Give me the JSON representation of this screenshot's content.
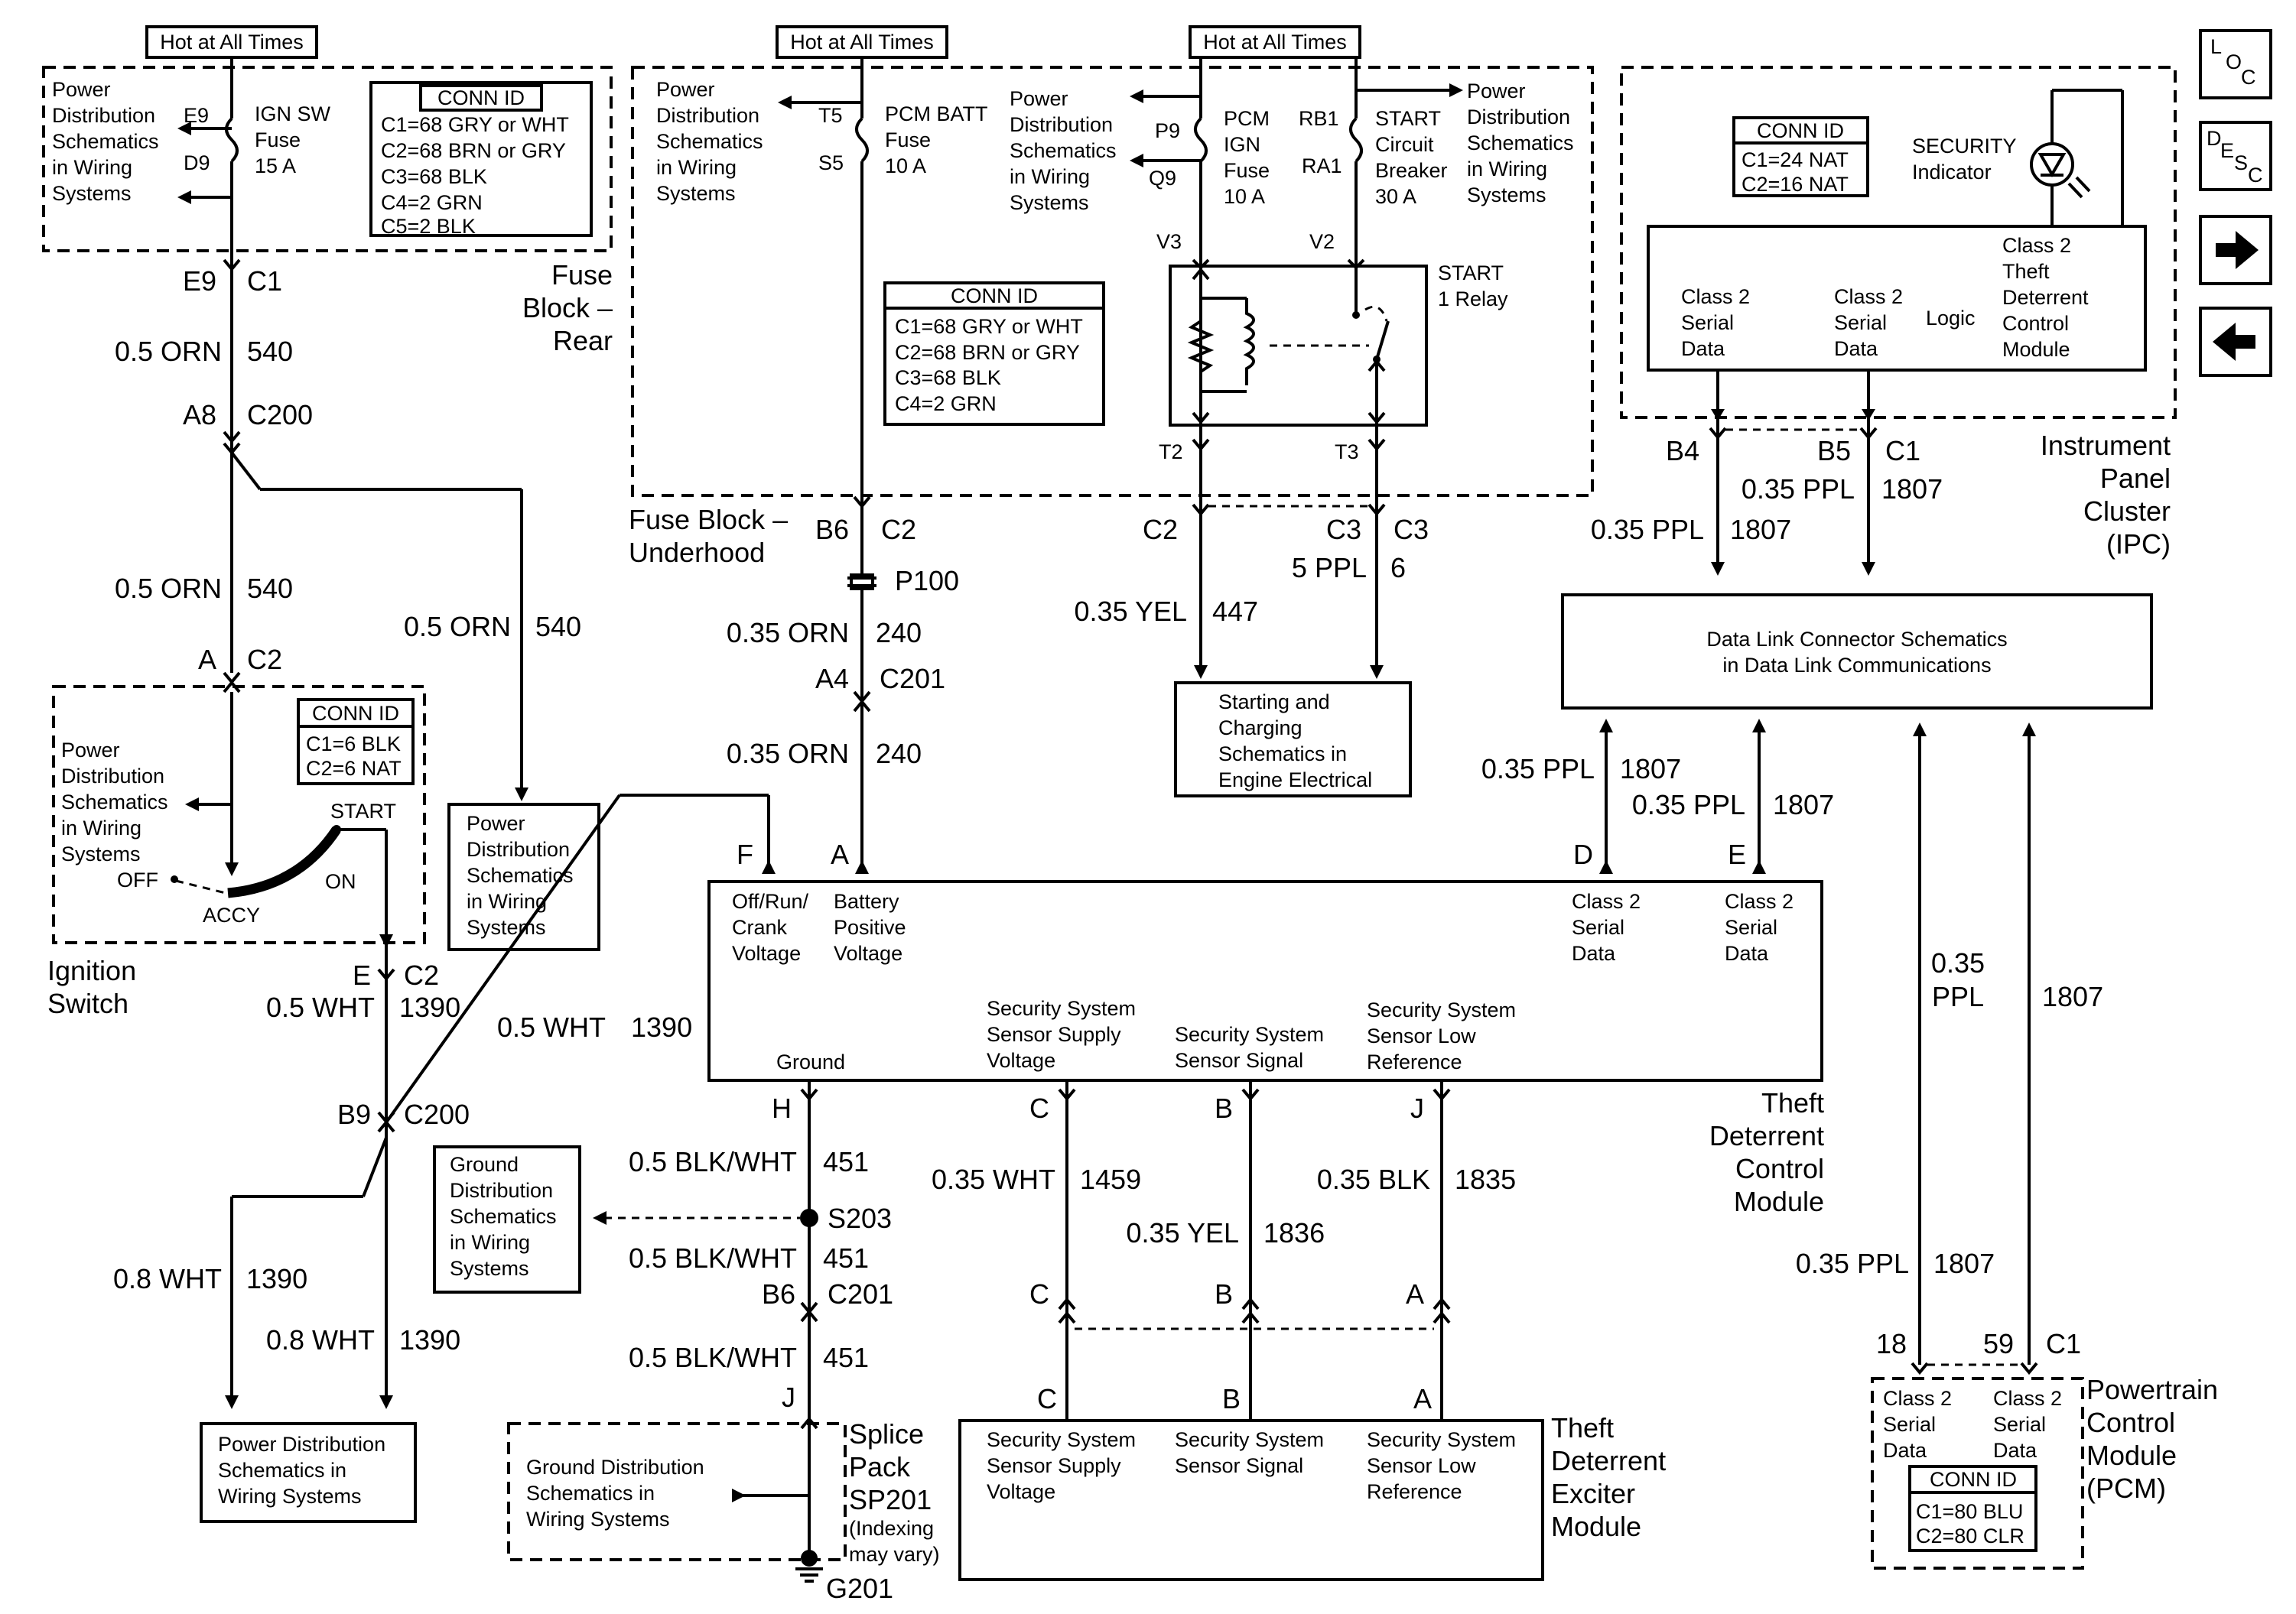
{
  "hot_labels": [
    "Hot at All Times",
    "Hot at All Times",
    "Hot at All Times"
  ],
  "fuse_block_rear": {
    "title": [
      "Fuse",
      "Block –",
      "Rear"
    ],
    "pds_text": [
      "Power",
      "Distribution",
      "Schematics",
      "in Wiring",
      "Systems"
    ],
    "pins": [
      "E9",
      "D9"
    ],
    "fuse": [
      "IGN SW",
      "Fuse",
      "15 A"
    ],
    "conn_id_title": "CONN ID",
    "conn_id": [
      "C1=68 GRY or WHT",
      "C2=68 BRN or GRY",
      "C3=68 BLK",
      "C4=2 GRN",
      "C5=2 BLK"
    ]
  },
  "fuse_block_underhood": {
    "title": [
      "Fuse Block –",
      "Underhood"
    ],
    "pds_left": [
      "Power",
      "Distribution",
      "Schematics",
      "in Wiring",
      "Systems"
    ],
    "pcm_batt_pins": [
      "T5",
      "S5"
    ],
    "pcm_batt_fuse": [
      "PCM BATT",
      "Fuse",
      "10 A"
    ],
    "pds_mid": [
      "Power",
      "Distribution",
      "Schematics",
      "in Wiring",
      "Systems"
    ],
    "pcm_ign_pins": [
      "P9",
      "Q9"
    ],
    "pcm_ign_fuse": [
      "PCM",
      "IGN",
      "Fuse",
      "10 A"
    ],
    "start_pins": [
      "RB1",
      "RA1"
    ],
    "start_breaker": [
      "START",
      "Circuit",
      "Breaker",
      "30 A"
    ],
    "pds_right": [
      "Power",
      "Distribution",
      "Schematics",
      "in Wiring",
      "Systems"
    ],
    "relay_pins": [
      "V3",
      "V2",
      "T2",
      "T3"
    ],
    "relay_label": [
      "START",
      "1 Relay"
    ],
    "conn_id_title": "CONN ID",
    "conn_id": [
      "C1=68 GRY or WHT",
      "C2=68 BRN or GRY",
      "C3=68 BLK",
      "C4=2 GRN"
    ]
  },
  "ipc": {
    "title": [
      "Instrument",
      "Panel",
      "Cluster",
      "(IPC)"
    ],
    "conn_id_title": "CONN ID",
    "conn_id": [
      "C1=24 NAT",
      "C2=16 NAT"
    ],
    "security_indicator": [
      "SECURITY",
      "Indicator"
    ],
    "serial_left": [
      "Class 2",
      "Serial",
      "Data"
    ],
    "serial_right": [
      "Class 2",
      "Serial",
      "Data"
    ],
    "logic": "Logic",
    "module": [
      "Class 2",
      "Theft",
      "Deterrent",
      "Control",
      "Module"
    ],
    "pins": [
      "B4",
      "B5",
      "C1"
    ]
  },
  "nav": {
    "loc": [
      "L",
      "O",
      "C"
    ],
    "desc": [
      "D",
      "E",
      "S",
      "C"
    ]
  },
  "wires": {
    "e9c1": [
      "E9",
      "C1"
    ],
    "w540a": [
      "0.5 ORN",
      "540"
    ],
    "a8c200": [
      "A8",
      "C200"
    ],
    "w540b": [
      "0.5 ORN",
      "540"
    ],
    "w540c": [
      "0.5 ORN",
      "540"
    ],
    "ac2": [
      "A",
      "C2"
    ],
    "ec2": [
      "E",
      "C2"
    ],
    "w1390a": [
      "0.5 WHT",
      "1390"
    ],
    "w1390b": [
      "0.5 WHT",
      "1390"
    ],
    "b9c200": [
      "B9",
      "C200"
    ],
    "w1390c": [
      "0.8 WHT",
      "1390"
    ],
    "w1390d": [
      "0.8 WHT",
      "1390"
    ],
    "b6c2": [
      "B6",
      "C2"
    ],
    "p100": "P100",
    "w240a": [
      "0.35 ORN",
      "240"
    ],
    "a4c201": [
      "A4",
      "C201"
    ],
    "w240b": [
      "0.35 ORN",
      "240"
    ],
    "c2_447": [
      "C2"
    ],
    "c3c3": [
      "C3",
      "C3"
    ],
    "w447": [
      "0.35 YEL",
      "447"
    ],
    "w6": [
      "5 PPL",
      "6"
    ],
    "w1807_ipc_a": [
      "0.35 PPL",
      "1807"
    ],
    "w1807_ipc_b": [
      "0.35 PPL",
      "1807"
    ],
    "w1807_d": [
      "0.35 PPL",
      "1807"
    ],
    "w1807_e": [
      "0.35 PPL",
      "1807"
    ],
    "w1807_pcm_a": [
      "0.35",
      "PPL",
      "1807"
    ],
    "w1807_pcm_b": [
      "0.35 PPL",
      "1807"
    ],
    "w451a": [
      "0.5 BLK/WHT",
      "451"
    ],
    "s203": "S203",
    "w451b": [
      "0.5 BLK/WHT",
      "451"
    ],
    "b6c201": [
      "B6",
      "C201"
    ],
    "w451c": [
      "0.5 BLK/WHT",
      "451"
    ],
    "j": "J",
    "w1459": [
      "0.35 WHT",
      "1459"
    ],
    "w1836": [
      "0.35 YEL",
      "1836"
    ],
    "w1835": [
      "0.35 BLK",
      "1835"
    ],
    "pcm_pins": [
      "18",
      "59",
      "C1"
    ]
  },
  "ignition_switch": {
    "title": [
      "Ignition",
      "Switch"
    ],
    "pds": [
      "Power",
      "Distribution",
      "Schematics",
      "in Wiring",
      "Systems"
    ],
    "conn_id_title": "CONN ID",
    "conn_id": [
      "C1=6 BLK",
      "C2=6 NAT"
    ],
    "positions": [
      "START",
      "ON",
      "OFF",
      "ACCY"
    ]
  },
  "pds_box_mid": [
    "Power",
    "Distribution",
    "Schematics",
    "in Wiring",
    "Systems"
  ],
  "pds_box_bottom": [
    "Power Distribution",
    "Schematics in",
    "Wiring Systems"
  ],
  "starting_box": [
    "Starting and",
    "Charging",
    "Schematics in",
    "Engine Electrical"
  ],
  "dlc_box": [
    "Data Link Connector Schematics",
    "in Data Link Communications"
  ],
  "tdcm": {
    "title": [
      "Theft",
      "Deterrent",
      "Control",
      "Module"
    ],
    "pins_top": [
      "F",
      "A",
      "D",
      "E"
    ],
    "labels_top": {
      "off_run": [
        "Off/Run/",
        "Crank",
        "Voltage"
      ],
      "battery": [
        "Battery",
        "Positive",
        "Voltage"
      ],
      "serial_d": [
        "Class 2",
        "Serial",
        "Data"
      ],
      "serial_e": [
        "Class 2",
        "Serial",
        "Data"
      ]
    },
    "labels_bottom": {
      "ground": "Ground",
      "supply": [
        "Security System",
        "Sensor Supply",
        "Voltage"
      ],
      "signal": [
        "Security System",
        "Sensor Signal"
      ],
      "low_ref": [
        "Security System",
        "Sensor Low",
        "Reference"
      ]
    },
    "pins_bottom": [
      "H",
      "C",
      "B",
      "J"
    ]
  },
  "exciter": {
    "title": [
      "Theft",
      "Deterrent",
      "Exciter",
      "Module"
    ],
    "conn_pins": [
      "C",
      "B",
      "A"
    ],
    "pins": [
      "C",
      "B",
      "A"
    ],
    "supply": [
      "Security System",
      "Sensor Supply",
      "Voltage"
    ],
    "signal": [
      "Security System",
      "Sensor Signal"
    ],
    "low_ref": [
      "Security System",
      "Sensor Low",
      "Reference"
    ]
  },
  "gds_box": [
    "Ground",
    "Distribution",
    "Schematics",
    "in Wiring",
    "Systems"
  ],
  "splice_pack": {
    "title": [
      "Splice",
      "Pack",
      "SP201"
    ],
    "note": [
      "(Indexing",
      "may vary)"
    ],
    "gds": [
      "Ground Distribution",
      "Schematics in",
      "Wiring Systems"
    ],
    "ground": "G201"
  },
  "pcm": {
    "title": [
      "Powertrain",
      "Control",
      "Module",
      "(PCM)"
    ],
    "serial_left": [
      "Class 2",
      "Serial",
      "Data"
    ],
    "serial_right": [
      "Class 2",
      "Serial",
      "Data"
    ],
    "conn_id_title": "CONN ID",
    "conn_id": [
      "C1=80 BLU",
      "C2=80 CLR"
    ]
  }
}
